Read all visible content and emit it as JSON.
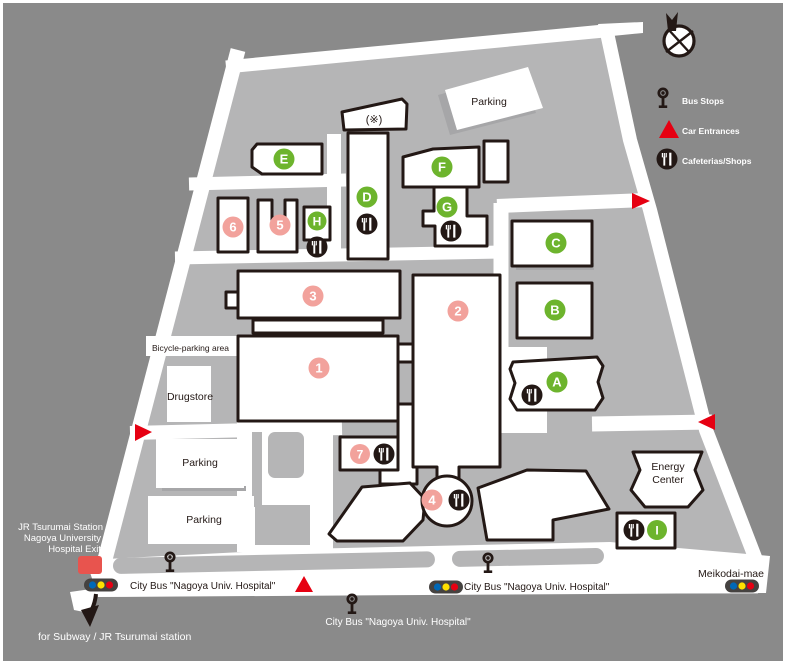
{
  "legend": {
    "bus_stops": "Bus Stops",
    "car_entrances": "Car Entrances",
    "cafeterias_shops": "Cafeterias/Shops"
  },
  "letters": {
    "A": "A",
    "B": "B",
    "C": "C",
    "D": "D",
    "E": "E",
    "F": "F",
    "G": "G",
    "H": "H",
    "I": "I"
  },
  "numbers": {
    "n1": "1",
    "n2": "2",
    "n3": "3",
    "n4": "4",
    "n5": "5",
    "n6": "6",
    "n7": "7"
  },
  "labels": {
    "parking": "Parking",
    "reserved": "(※)",
    "bicycle_parking": "Bicycle-parking area",
    "drugstore": "Drugstore",
    "energy_line1": "Energy",
    "energy_line2": "Center",
    "meikodai_mae": "Meikodai-mae",
    "city_bus_stop": "City Bus \"Nagoya Univ. Hospital\"",
    "jr_exit_line1": "JR Tsurumai Station",
    "jr_exit_line2": "Nagoya University",
    "jr_exit_line3": "Hospital Exit",
    "subway_direction": "for Subway / JR Tsurumai station"
  },
  "colors": {
    "outside": "#8a8a8a",
    "campus": "#b5b5b6",
    "road": "#ffffff",
    "ink": "#231815",
    "green": "#6db42d",
    "pink": "#f2a29c",
    "red": "#e60012",
    "jr-red": "#e8544e",
    "blue": "#0068b7",
    "yellow": "#ffe100",
    "capsule": "#454240",
    "shadow": "#a6a6a8"
  }
}
